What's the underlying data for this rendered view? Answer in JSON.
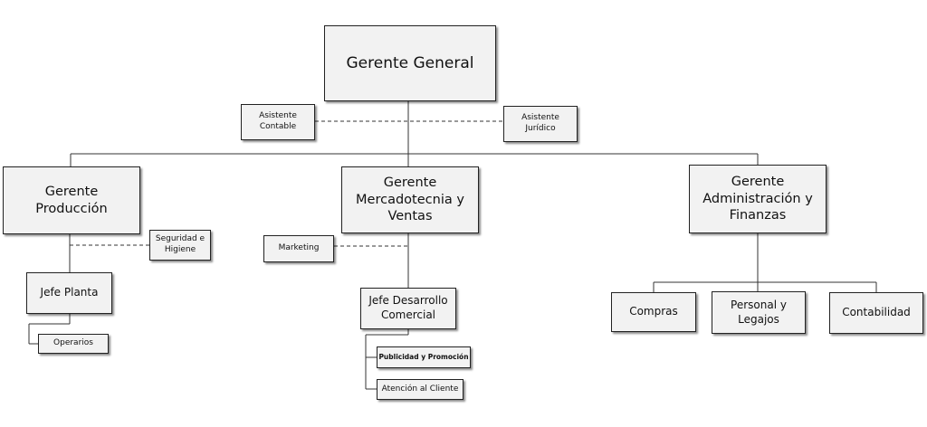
{
  "diagram": {
    "nodes": {
      "gerente_general": "Gerente General",
      "asistente_contable": "Asistente\nContable",
      "asistente_juridico": "Asistente\nJurídico",
      "gerente_produccion": "Gerente\nProducción",
      "gerente_mercadotecnia": "Gerente\nMercadotecnia y\nVentas",
      "gerente_administracion": "Gerente\nAdministración y\nFinanzas",
      "seguridad_higiene": "Seguridad e\nHigiene",
      "marketing": "Marketing",
      "jefe_planta": "Jefe Planta",
      "operarios": "Operarios",
      "jefe_desarrollo": "Jefe Desarrollo\nComercial",
      "publicidad": "Publicidad y Promoción",
      "atencion_cliente": "Atención al Cliente",
      "compras": "Compras",
      "personal_legajos": "Personal y\nLegajos",
      "contabilidad": "Contabilidad"
    },
    "relations": [
      {
        "from": "gerente_general",
        "to": "gerente_produccion",
        "type": "line"
      },
      {
        "from": "gerente_general",
        "to": "gerente_mercadotecnia",
        "type": "line"
      },
      {
        "from": "gerente_general",
        "to": "gerente_administracion",
        "type": "line"
      },
      {
        "from": "gerente_general",
        "to": "asistente_contable",
        "type": "staff"
      },
      {
        "from": "gerente_general",
        "to": "asistente_juridico",
        "type": "staff"
      },
      {
        "from": "gerente_produccion",
        "to": "seguridad_higiene",
        "type": "staff"
      },
      {
        "from": "gerente_produccion",
        "to": "jefe_planta",
        "type": "line"
      },
      {
        "from": "jefe_planta",
        "to": "operarios",
        "type": "line"
      },
      {
        "from": "gerente_mercadotecnia",
        "to": "marketing",
        "type": "staff"
      },
      {
        "from": "gerente_mercadotecnia",
        "to": "jefe_desarrollo",
        "type": "line"
      },
      {
        "from": "jefe_desarrollo",
        "to": "publicidad",
        "type": "line"
      },
      {
        "from": "jefe_desarrollo",
        "to": "atencion_cliente",
        "type": "line"
      },
      {
        "from": "gerente_administracion",
        "to": "compras",
        "type": "line"
      },
      {
        "from": "gerente_administracion",
        "to": "personal_legajos",
        "type": "line"
      },
      {
        "from": "gerente_administracion",
        "to": "contabilidad",
        "type": "line"
      }
    ]
  }
}
